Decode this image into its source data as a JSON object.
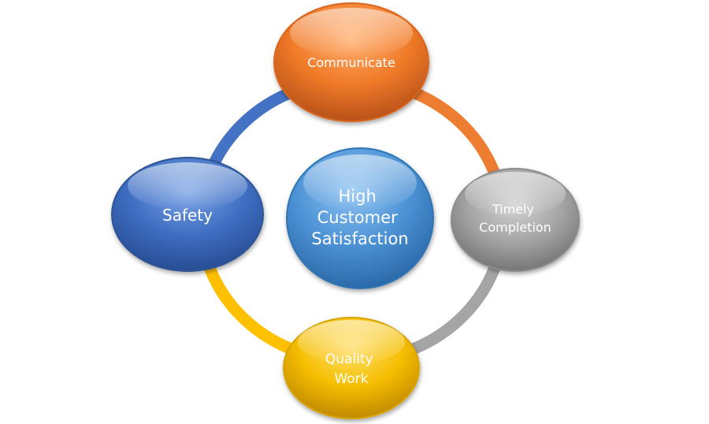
{
  "diagram": {
    "center": {
      "lines": [
        "High",
        "Customer",
        "Satisfaction"
      ],
      "color": "#4e94d6"
    },
    "nodes": {
      "top": {
        "lines": [
          "Communicate"
        ],
        "color": "#ef7b2b"
      },
      "right": {
        "lines": [
          "Timely",
          "Completion"
        ],
        "color": "#a6a6a6"
      },
      "bottom": {
        "lines": [
          "Quality",
          "Work"
        ],
        "color": "#f5bf00"
      },
      "left": {
        "lines": [
          "Safety"
        ],
        "color": "#3f6fc4"
      }
    },
    "ring_colors": {
      "top_left": "#4472c4",
      "top_right": "#ed7d31",
      "bottom_right": "#a5a5a5",
      "bottom_left": "#ffc000"
    }
  }
}
